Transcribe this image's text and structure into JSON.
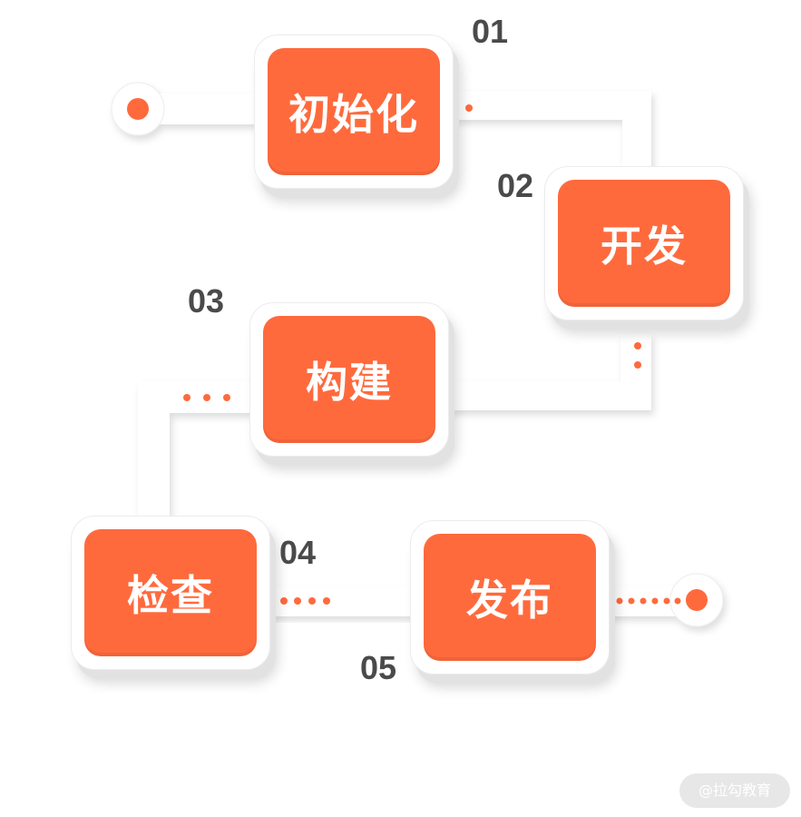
{
  "colors": {
    "accent": "#ff6a3d",
    "label": "#ffffff",
    "number": "#4a4a4a"
  },
  "steps": [
    {
      "number": "01",
      "label": "初始化"
    },
    {
      "number": "02",
      "label": "开发"
    },
    {
      "number": "03",
      "label": "构建"
    },
    {
      "number": "04",
      "label": "检查"
    },
    {
      "number": "05",
      "label": "发布"
    }
  ],
  "watermark": "@拉勾教育"
}
